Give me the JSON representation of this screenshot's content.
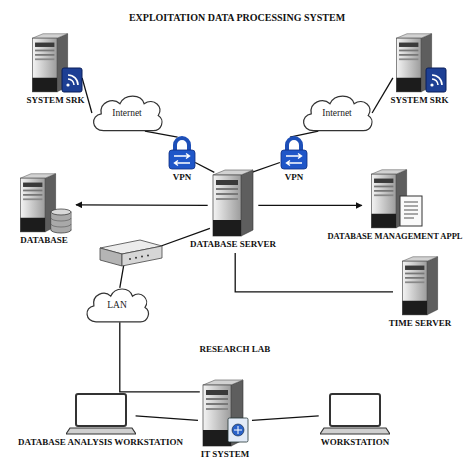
{
  "diagram": {
    "title": "EXPLOITATION DATA PROCESSING SYSTEM",
    "nodes": [
      {
        "text": [
          "SYSTEM SRK"
        ]
      },
      {
        "text": [
          "SYSTEM SRK"
        ]
      },
      {
        "text": [
          "Internet"
        ]
      },
      {
        "text": [
          "Internet"
        ]
      },
      {
        "text": [
          "VPN"
        ]
      },
      {
        "text": [
          "VPN"
        ]
      },
      {
        "text": [
          "DATABASE"
        ]
      },
      {
        "text": [
          "DATABASE SERVER"
        ]
      },
      {
        "text": [
          "DATABASE MANAGEMENT APPL"
        ]
      },
      {
        "text": [
          "TIME SERVER"
        ]
      },
      {
        "text": [
          "LAN"
        ]
      },
      {
        "text": [
          "IT SYSTEM"
        ]
      },
      {
        "text": [
          "DATABASE ANALYSIS WORKSTATION"
        ]
      },
      {
        "text": [
          "WORKSTATION"
        ]
      }
    ],
    "edges": [
      {
        "from": 0,
        "to": 2,
        "arrow": "none"
      },
      {
        "from": 2,
        "to": 4,
        "arrow": "none"
      },
      {
        "from": 4,
        "to": 7,
        "arrow": "none"
      },
      {
        "from": 1,
        "to": 3,
        "arrow": "none"
      },
      {
        "from": 3,
        "to": 5,
        "arrow": "none"
      },
      {
        "from": 5,
        "to": 7,
        "arrow": "none"
      },
      {
        "from": 7,
        "to": 6,
        "arrow": "to"
      },
      {
        "from": 7,
        "to": 8,
        "arrow": "to"
      },
      {
        "from": 7,
        "to": 9,
        "arrow": "none"
      },
      {
        "from": 7,
        "to": 10,
        "arrow": "none"
      },
      {
        "from": 10,
        "to": 11,
        "arrow": "none"
      },
      {
        "from": 11,
        "to": 12,
        "arrow": "none"
      },
      {
        "from": 11,
        "to": 13,
        "arrow": "none"
      }
    ],
    "labels": [
      "RESEARCH LAB"
    ]
  }
}
